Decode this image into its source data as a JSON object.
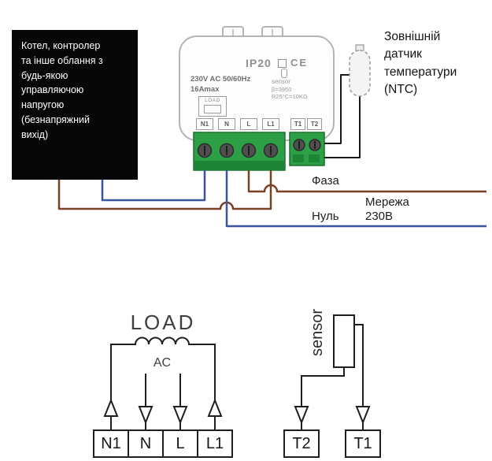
{
  "info_box": {
    "text": "Котел, контролер\nта інше облання з\nбудь-якою\nуправляючою\nнапругою\n(безнапряжний\nвихід)"
  },
  "device": {
    "ip_rating": "IP20",
    "ce_mark": "CE",
    "voltage": "230V AC 50/60Hz",
    "current": "16Amax",
    "sensor_label": "sensor",
    "sensor_beta": "β=3950",
    "sensor_resistance": "R25°C=10KΩ",
    "load_label": "LOAD",
    "terminals_left": [
      "N1",
      "N",
      "L",
      "L1"
    ],
    "terminals_right": [
      "T1",
      "T2"
    ]
  },
  "sensor_note": {
    "text": "Зовнішній\nдатчик\nтемператури\n(NTC)"
  },
  "wire_labels": {
    "phase": "Фаза",
    "mains_line1": "Мережа",
    "mains_line2": "230В",
    "neutral": "Нуль"
  },
  "schematic": {
    "load_label": "LOAD",
    "ac_label": "AC",
    "sensor_label": "sensor",
    "terminals": [
      "N1",
      "N",
      "L",
      "L1"
    ],
    "sensor_terminals": [
      "T2",
      "T1"
    ]
  },
  "colors": {
    "phase_brown": "#7a4124",
    "neutral_blue": "#3a549e",
    "sensor_wire": "#1a1a1a",
    "terminal_green": "#2da045",
    "terminal_green_dark": "#1e8536",
    "schematic_ink": "#1f1f1f",
    "info_box_bg": "#070707"
  }
}
